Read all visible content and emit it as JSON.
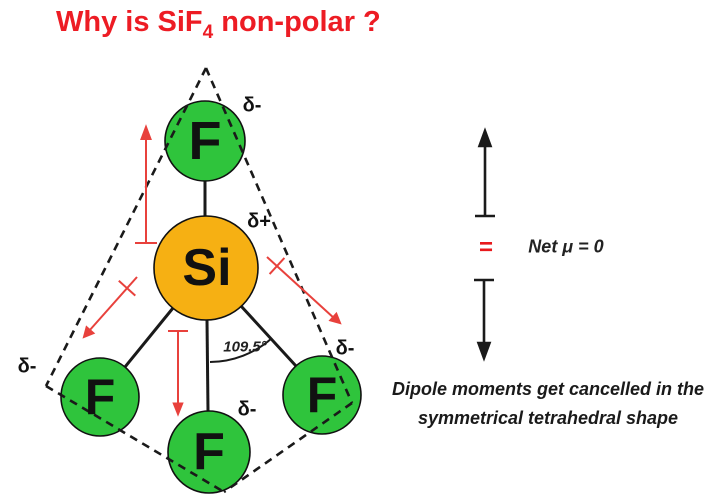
{
  "title": {
    "text_prefix": "Why is SiF",
    "subscript": "4",
    "text_suffix": " non-polar ?"
  },
  "molecule": {
    "central_atom": "Si",
    "outer_atom": "F",
    "central_charge": "δ+",
    "outer_charge": "δ-",
    "bond_angle_label": "109.5°",
    "outer_atom_count": 4,
    "shape": "tetrahedral"
  },
  "net_dipole": {
    "equals_sign": "=",
    "label": "Net μ = 0"
  },
  "caption": {
    "line1": "Dipole moments get cancelled in the",
    "line2": "symmetrical tetrahedral shape"
  },
  "colors": {
    "title_red": "#ed1c24",
    "fluorine_green": "#2fc43c",
    "silicon_orange": "#f6b013",
    "dipole_arrow_red": "#e8413c",
    "equals_red": "#e8191c",
    "line_black": "#1a1a1a"
  }
}
